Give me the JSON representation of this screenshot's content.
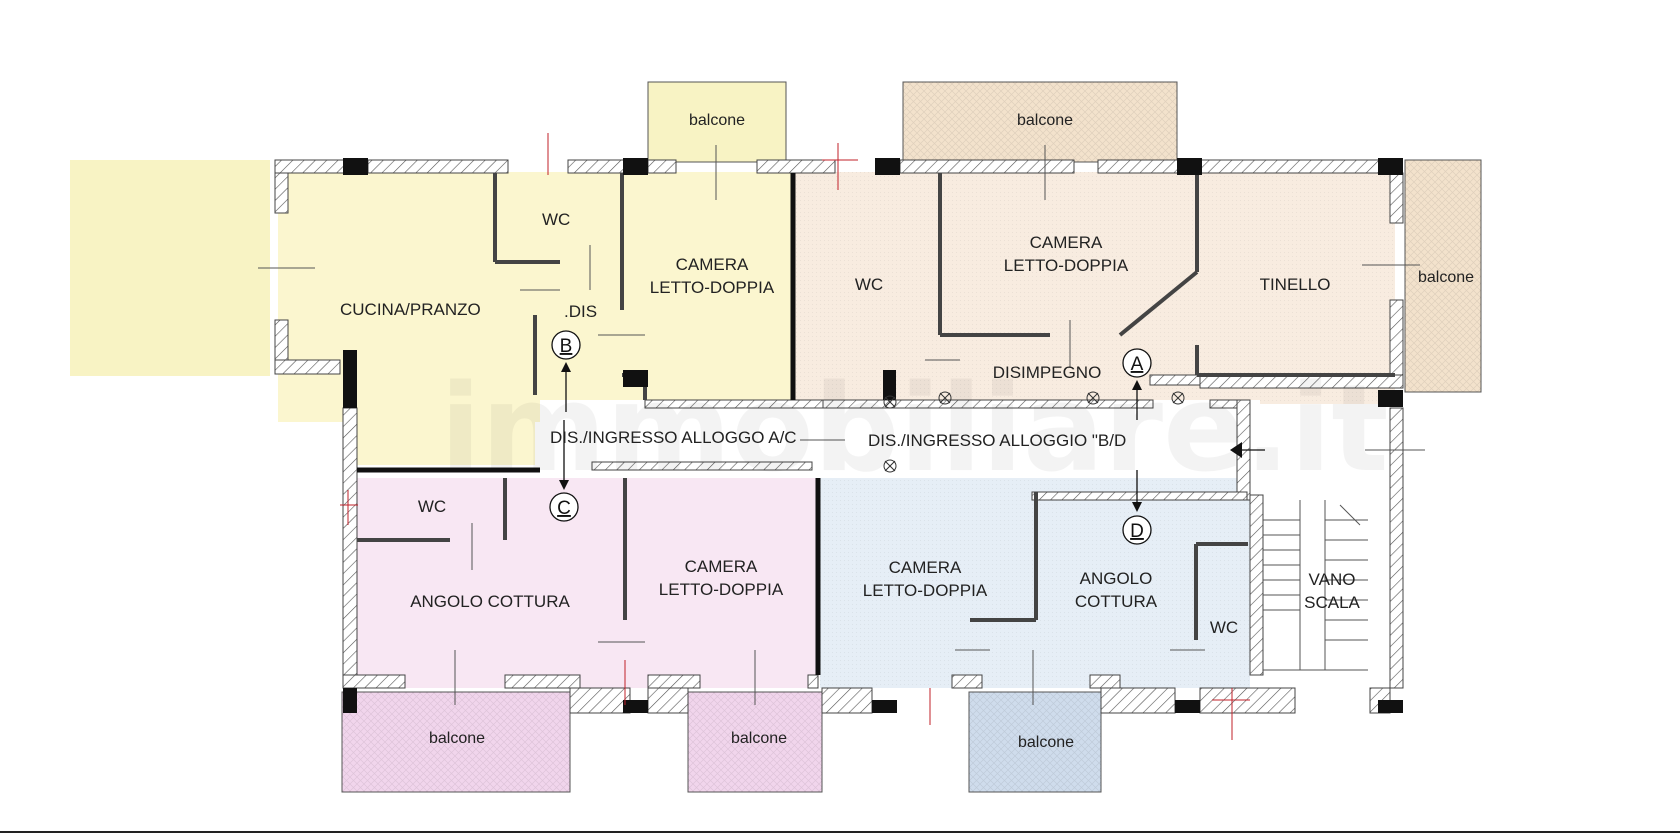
{
  "plan": {
    "watermark": "immobiliare.it",
    "rooms": {
      "cucina_pranzo": "CUCINA/PRANZO",
      "wc_top_left": "WC",
      "dis_small": ".DIS",
      "camera_top_left_l1": "CAMERA",
      "camera_top_left_l2": "LETTO-DOPPIA",
      "wc_top_mid": "WC",
      "camera_top_right_l1": "CAMERA",
      "camera_top_right_l2": "LETTO-DOPPIA",
      "tinello": "TINELLO",
      "disimpegno": "DISIMPEGNO",
      "ingresso_ac": "DIS./INGRESSO ALLOGGO A/C",
      "ingresso_bd": "DIS./INGRESSO ALLOGGIO \"B/D",
      "wc_bottom_left": "WC",
      "angolo_cottura_left": "ANGOLO COTTURA",
      "camera_bottom_left_l1": "CAMERA",
      "camera_bottom_left_l2": "LETTO-DOPPIA",
      "camera_bottom_right_l1": "CAMERA",
      "camera_bottom_right_l2": "LETTO-DOPPIA",
      "angolo_cottura_right_l1": "ANGOLO",
      "angolo_cottura_right_l2": "COTTURA",
      "wc_bottom_right": "WC",
      "vano_scala_l1": "VANO",
      "vano_scala_l2": "SCALA"
    },
    "balconies": {
      "top_left": "balcone",
      "top_right": "balcone",
      "right": "balcone",
      "bottom_left": "balcone",
      "bottom_mid": "balcone",
      "bottom_right": "balcone"
    },
    "markers": {
      "a": "A",
      "b": "B",
      "c": "C",
      "d": "D"
    },
    "colors": {
      "yellow": "#fbf6cf",
      "peach": "#f8ece0",
      "pink": "#f8e7f3",
      "blue": "#e6eef6",
      "balcone_yellow": "#f8f3c4",
      "balcone_peach": "#f3e2cc",
      "balcone_pink": "#f1d5ec",
      "balcone_blue": "#cfdcec",
      "wall": "#444444",
      "pillar": "#111111"
    }
  }
}
